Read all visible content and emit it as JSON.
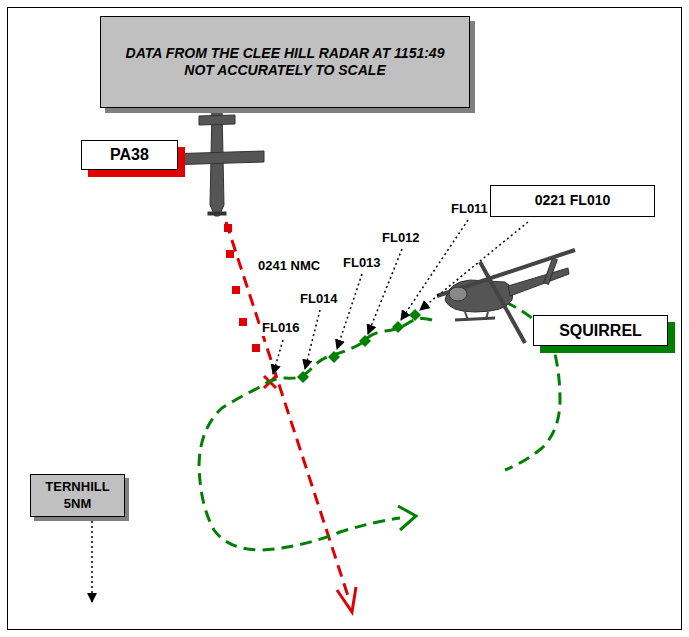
{
  "diagram": {
    "nodes": [
      {
        "text": [
          "DATA FROM THE CLEE HILL RADAR AT 1151:49 NOT ACCURATELY TO SCALE"
        ]
      },
      {
        "text": [
          "PA38"
        ]
      },
      {
        "text": [
          "0221 FL010"
        ]
      },
      {
        "text": [
          "SQUIRREL"
        ]
      },
      {
        "text": [
          "TERNHILL 5NM"
        ]
      }
    ],
    "labels": [
      "0241 NMC",
      "FL016",
      "FL014",
      "FL013",
      "FL012",
      "FL011"
    ]
  }
}
